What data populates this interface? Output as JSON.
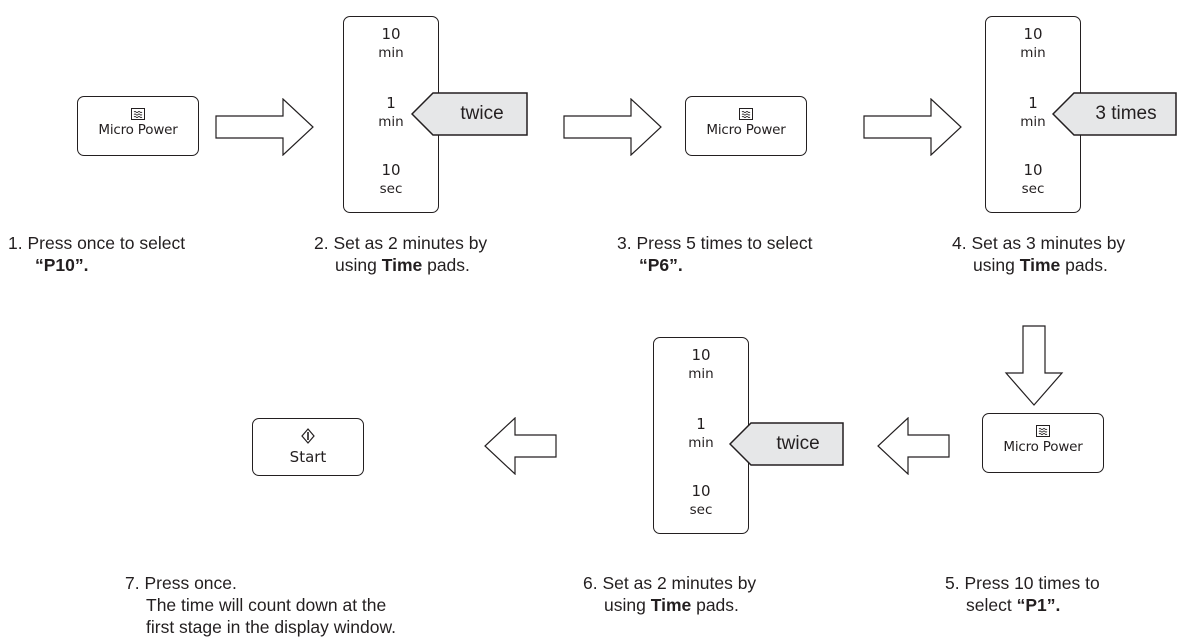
{
  "pads": {
    "micro_power_label": "Micro Power",
    "start_label": "Start",
    "time_rows": [
      {
        "num": "10",
        "unit": "min"
      },
      {
        "num": "1",
        "unit": "min"
      },
      {
        "num": "10",
        "unit": "sec"
      }
    ],
    "wave_icon": "microwave-wave-icon",
    "start_icon": "start-diamond-icon"
  },
  "tags": {
    "step2": "twice",
    "step4": "3 times",
    "step6": "twice"
  },
  "steps": [
    {
      "num": "1.",
      "text": "Press once to select",
      "bold": "“P10”.",
      "after": ""
    },
    {
      "num": "2.",
      "pre": "Set as 2 minutes by",
      "line2a": "using ",
      "bold": "Time",
      "line2b": " pads."
    },
    {
      "num": "3.",
      "text": "Press 5 times to select",
      "bold": "“P6”.",
      "after": ""
    },
    {
      "num": "4.",
      "pre": "Set as 3 minutes by",
      "line2a": "using ",
      "bold": "Time",
      "line2b": " pads."
    },
    {
      "num": "5.",
      "pre": "Press 10 times to",
      "line2a": "select ",
      "bold": "“P1”.",
      "line2b": ""
    },
    {
      "num": "6.",
      "pre": "Set as 2 minutes by",
      "line2a": "using ",
      "bold": "Time",
      "line2b": " pads."
    },
    {
      "num": "7.",
      "l1": "Press once.",
      "l2": "The time will count down at the",
      "l3": "first stage in the display window."
    }
  ],
  "colors": {
    "tag_fill": "#e6e7e8",
    "ink": "#231f20"
  }
}
